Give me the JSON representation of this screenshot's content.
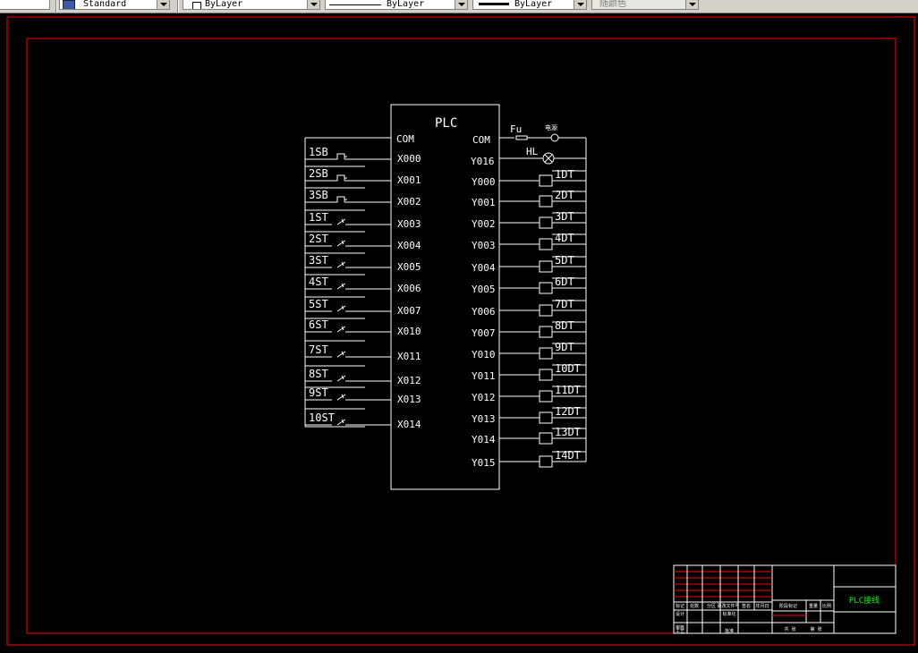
{
  "toolbar": {
    "text_style": "Standard",
    "layer": "ByLayer",
    "linetype": "ByLayer",
    "lineweight": "ByLayer",
    "plot_style": "随颜色"
  },
  "plc": {
    "title": "PLC",
    "input_com": "COM",
    "output_com": "COM",
    "inputs": [
      {
        "device": "1SB",
        "terminal": "X000",
        "kind": "button"
      },
      {
        "device": "2SB",
        "terminal": "X001",
        "kind": "button"
      },
      {
        "device": "3SB",
        "terminal": "X002",
        "kind": "button"
      },
      {
        "device": "1ST",
        "terminal": "X003",
        "kind": "switch"
      },
      {
        "device": "2ST",
        "terminal": "X004",
        "kind": "switch"
      },
      {
        "device": "3ST",
        "terminal": "X005",
        "kind": "switch"
      },
      {
        "device": "4ST",
        "terminal": "X006",
        "kind": "switch"
      },
      {
        "device": "5ST",
        "terminal": "X007",
        "kind": "switch"
      },
      {
        "device": "6ST",
        "terminal": "X010",
        "kind": "switch"
      },
      {
        "device": "7ST",
        "terminal": "X011",
        "kind": "switch"
      },
      {
        "device": "8ST",
        "terminal": "X012",
        "kind": "switch"
      },
      {
        "device": "9ST",
        "terminal": "X013",
        "kind": "switch"
      },
      {
        "device": "10ST",
        "terminal": "X014",
        "kind": "switch"
      }
    ],
    "fuse_label": "Fu",
    "power_label": "电源",
    "lamp_label": "HL",
    "lamp_terminal": "Y016",
    "outputs": [
      {
        "terminal": "Y000",
        "device": "1DT"
      },
      {
        "terminal": "Y001",
        "device": "2DT"
      },
      {
        "terminal": "Y002",
        "device": "3DT"
      },
      {
        "terminal": "Y003",
        "device": "4DT"
      },
      {
        "terminal": "Y004",
        "device": "5DT"
      },
      {
        "terminal": "Y005",
        "device": "6DT"
      },
      {
        "terminal": "Y006",
        "device": "7DT"
      },
      {
        "terminal": "Y007",
        "device": "8DT"
      },
      {
        "terminal": "Y010",
        "device": "9DT"
      },
      {
        "terminal": "Y011",
        "device": "10DT"
      },
      {
        "terminal": "Y012",
        "device": "11DT"
      },
      {
        "terminal": "Y013",
        "device": "12DT"
      },
      {
        "terminal": "Y014",
        "device": "13DT"
      },
      {
        "terminal": "Y015",
        "device": "14DT"
      }
    ]
  },
  "title_block": {
    "drawing_title": "PLC接线",
    "row_labels": [
      "标记",
      "处数",
      "分区",
      "更改文件号",
      "签名",
      "年月日",
      "设计",
      "标准化",
      "审核",
      "工艺",
      "批准",
      "阶段标记",
      "重量",
      "比例",
      "共 张",
      "第 张"
    ]
  },
  "colors": {
    "background": "#000000",
    "frame": "#ff0000",
    "lines": "#ffffff",
    "title_text": "#00ff00"
  }
}
